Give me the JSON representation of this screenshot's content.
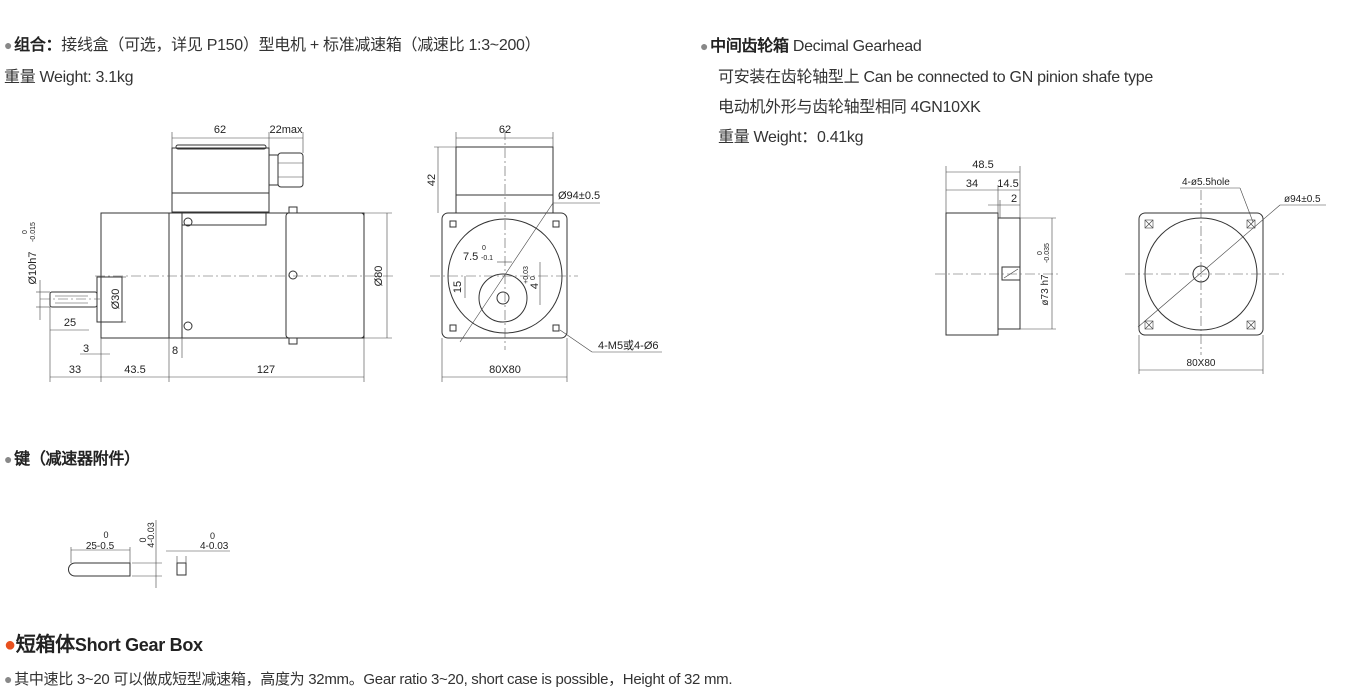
{
  "combo": {
    "bullet": "●",
    "label": "组合：",
    "text": "接线盒（可选，详见 P150）型电机 + 标准减速箱（减速比 1:3~200）",
    "weight": "重量 Weight: 3.1kg"
  },
  "gearhead": {
    "bullet": "●",
    "title": "中间齿轮箱",
    "title_en": "Decimal Gearhead",
    "line1": "可安装在齿轮轴型上 Can be connected to GN pinion shafe type",
    "line2": "电动机外形与齿轮轴型相同 4GN10XK",
    "weight": "重量 Weight：0.41kg"
  },
  "motor_side_dims": {
    "d62": "62",
    "d22": "22max",
    "d80": "Ø80",
    "d30": "Ø30",
    "shaft": "Ø10h7",
    "shaft_tol_top": "0",
    "shaft_tol_bot": "-0.015",
    "d25": "25",
    "d3": "3",
    "d8": "8",
    "d33": "33",
    "d43": "43.5",
    "d127": "127"
  },
  "motor_front_dims": {
    "d62": "62",
    "d42": "42",
    "d94": "Ø94±0.5",
    "d75": "7.5",
    "d75_tol_top": "0",
    "d75_tol_bot": "-0.1",
    "d15": "15",
    "d4": "4",
    "d4_tol_top": "+0.03",
    "d4_tol_bot": "0",
    "holes": "4-M5或4-Ø6",
    "d80x80": "80X80"
  },
  "gear_side_dims": {
    "d485": "48.5",
    "d34": "34",
    "d145": "14.5",
    "d2": "2",
    "d73": "ø73 h7",
    "d73_tol_top": "0",
    "d73_tol_bot": "-0.035"
  },
  "gear_front_dims": {
    "holes": "4-ø5.5hole",
    "d94": "ø94±0.5",
    "d80x80": "80X80"
  },
  "key": {
    "bullet": "●",
    "title": "键（减速器附件）",
    "d25": "25-0.5",
    "d25_top": "0",
    "d4a": "4-0.03",
    "d4a_top": "0",
    "d4b": "4-0.03",
    "d4b_top": "0"
  },
  "short_box": {
    "bullet": "●",
    "title": "短箱体",
    "title_en": "Short Gear Box",
    "note_bullet": "●",
    "note": "其中速比 3~20 可以做成短型减速箱，高度为 32mm。Gear ratio 3~20, short case is possible，Height of 32 mm."
  },
  "colors": {
    "accent": "#e8501e",
    "text": "#333333"
  }
}
